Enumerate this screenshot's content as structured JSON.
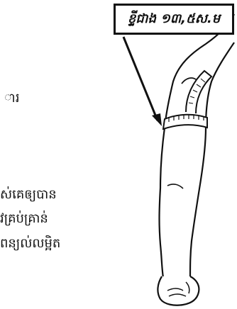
{
  "callout": {
    "label": "ខ្ទីជាង ១៣,៥ស.ម"
  },
  "text_lines": [
    "ារ",
    "ស់គេឲ្យបាន",
    "វគ្រប់គ្រាន់",
    "ពន្យល់លម្អិត"
  ],
  "illustration": {
    "subject": "arm with measuring tape around upper arm",
    "icon": "arm-measurement-icon"
  }
}
